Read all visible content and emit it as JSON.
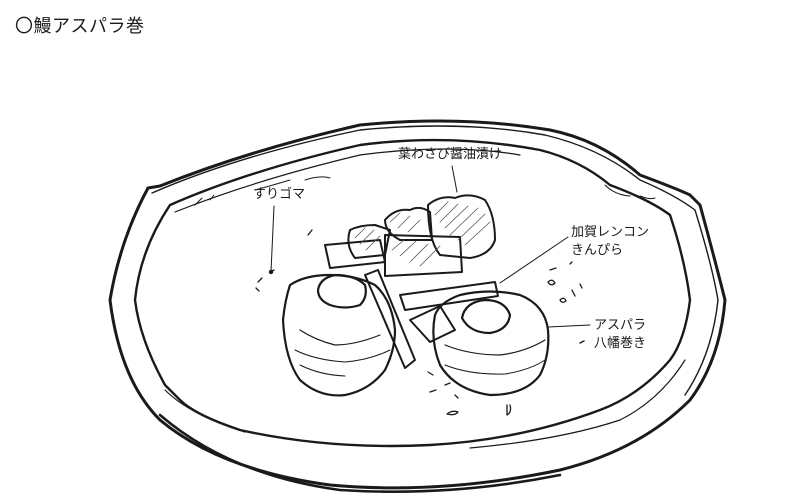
{
  "title": "〇鰻アスパラ巻",
  "labels": {
    "hawasabi": "葉わさび醤油漬け",
    "goma": "すりゴマ",
    "renkon": {
      "line1": "加賀レンコン",
      "line2": "きんぴら"
    },
    "yawata": {
      "line1": "アスパラ",
      "line2": "八幡巻き"
    }
  },
  "colors": {
    "ink": "#1a1a1a",
    "background": "#ffffff",
    "hatch": "#555555"
  }
}
